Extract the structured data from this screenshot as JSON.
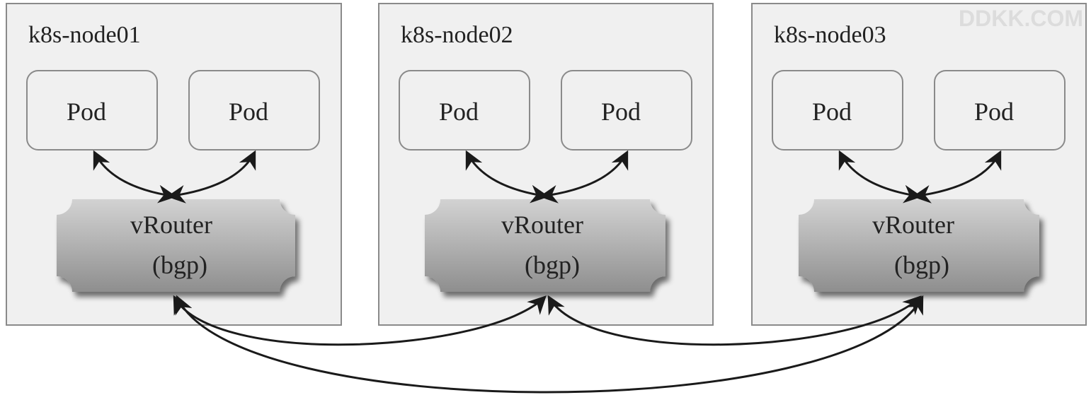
{
  "diagram": {
    "nodes": [
      {
        "title": "k8s-node01",
        "pods": [
          "Pod",
          "Pod"
        ],
        "router": {
          "line1": "vRouter",
          "line2": "(bgp)"
        }
      },
      {
        "title": "k8s-node02",
        "pods": [
          "Pod",
          "Pod"
        ],
        "router": {
          "line1": "vRouter",
          "line2": "(bgp)"
        }
      },
      {
        "title": "k8s-node03",
        "pods": [
          "Pod",
          "Pod"
        ],
        "router": {
          "line1": "vRouter",
          "line2": "(bgp)"
        }
      }
    ],
    "watermark": "DDKK.COM",
    "colors": {
      "node_fill": "#f0f0f0",
      "border": "#8a8a8a",
      "router_light": "#cfcfcf",
      "router_dark": "#8c8c8c",
      "arrow": "#1a1a1a"
    }
  }
}
